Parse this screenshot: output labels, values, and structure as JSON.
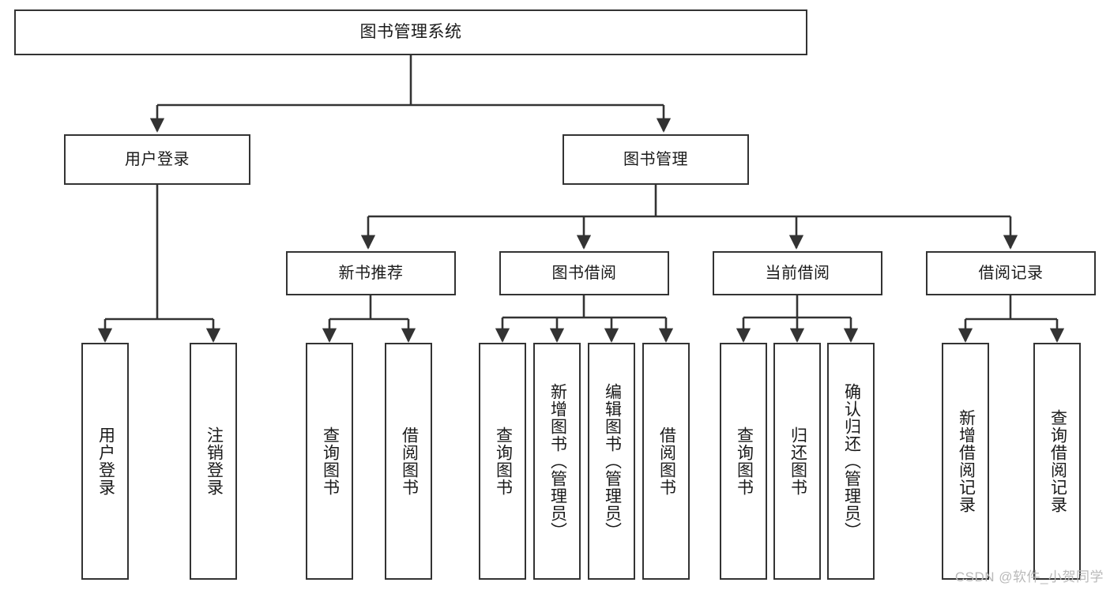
{
  "diagram": {
    "title": "图书管理系统",
    "watermark": "CSDN @软件_小贺同学",
    "colors": {
      "box_border": "#333333",
      "box_fill": "#ffffff",
      "connector": "#333333",
      "text": "#1a1a1a",
      "watermark": "#b9b9b9",
      "background": "#ffffff"
    },
    "nodes": {
      "root": {
        "label": "图书管理系统"
      },
      "level2": [
        {
          "label": "用户登录"
        },
        {
          "label": "图书管理"
        }
      ],
      "level3": [
        {
          "label": "新书推荐"
        },
        {
          "label": "图书借阅"
        },
        {
          "label": "当前借阅"
        },
        {
          "label": "借阅记录"
        }
      ],
      "leaves": {
        "user_login": [
          {
            "label": "用户登录"
          },
          {
            "label": "注销登录"
          }
        ],
        "new_book_recommend": [
          {
            "label": "查询图书"
          },
          {
            "label": "借阅图书"
          }
        ],
        "book_borrow": [
          {
            "label": "查询图书"
          },
          {
            "label": "新增图书（管理员）"
          },
          {
            "label": "编辑图书（管理员）"
          },
          {
            "label": "借阅图书"
          }
        ],
        "current_borrow": [
          {
            "label": "查询图书"
          },
          {
            "label": "归还图书"
          },
          {
            "label": "确认归还（管理员）"
          }
        ],
        "borrow_record": [
          {
            "label": "新增借阅记录"
          },
          {
            "label": "查询借阅记录"
          }
        ]
      }
    }
  }
}
